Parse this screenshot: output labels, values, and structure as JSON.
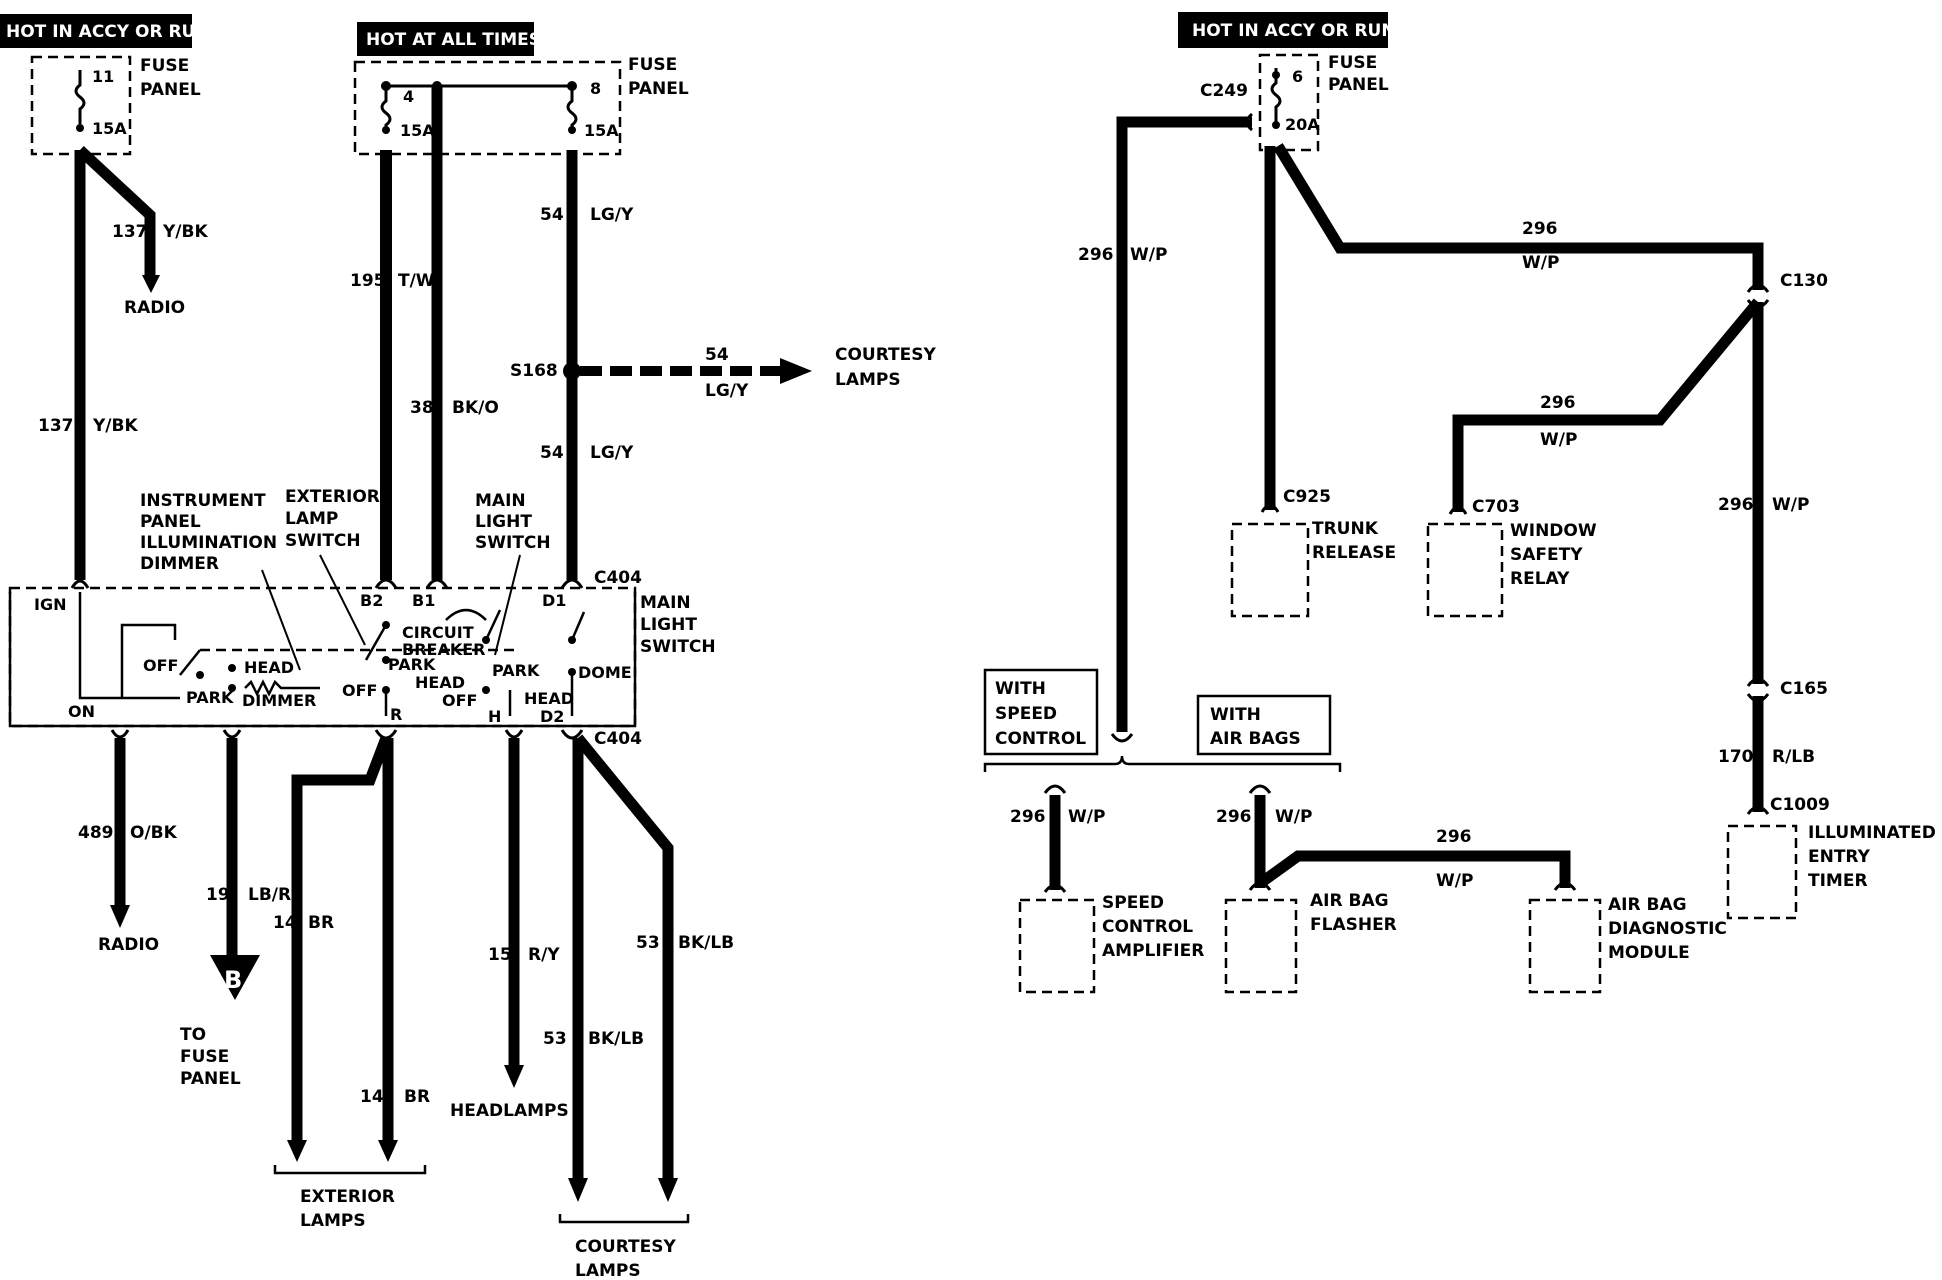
{
  "left": {
    "banner_accy": "HOT IN ACCY OR RUN",
    "banner_hot": "HOT AT ALL TIMES",
    "fuse_panel_1a": "FUSE",
    "fuse_panel_1b": "PANEL",
    "fuse_panel_2a": "FUSE",
    "fuse_panel_2b": "PANEL",
    "fuse11": "11",
    "fuse11_amp": "15A",
    "fuse4": "4",
    "fuse4_amp": "15A",
    "fuse8": "8",
    "fuse8_amp": "15A",
    "w137a_num": "137",
    "w137a_col": "Y/BK",
    "radio1": "RADIO",
    "w137b_num": "137",
    "w137b_col": "Y/BK",
    "w195_num": "195",
    "w195_col": "T/W",
    "w38_num": "38",
    "w38_col": "BK/O",
    "w54a_num": "54",
    "w54a_col": "LG/Y",
    "s168": "S168",
    "w54b_num": "54",
    "w54b_col": "LG/Y",
    "courtesy_a": "COURTESY",
    "courtesy_b": "LAMPS",
    "w54c_num": "54",
    "w54c_col": "LG/Y",
    "ipid_1": "INSTRUMENT",
    "ipid_2": "PANEL",
    "ipid_3": "ILLUMINATION",
    "ipid_4": "DIMMER",
    "els_1": "EXTERIOR",
    "els_2": "LAMP",
    "els_3": "SWITCH",
    "mls_1": "MAIN",
    "mls_2": "LIGHT",
    "mls_3": "SWITCH",
    "c404_top": "C404",
    "c404_bot": "C404",
    "main_light_1": "MAIN",
    "main_light_2": "LIGHT",
    "main_light_3": "SWITCH",
    "ign": "IGN",
    "on": "ON",
    "off1": "OFF",
    "head1": "HEAD",
    "park1": "PARK",
    "dimmer": "DIMMER",
    "b2": "B2",
    "b1": "B1",
    "d1": "D1",
    "d2": "D2",
    "cb_1": "CIRCUIT",
    "cb_2": "BREAKER",
    "park2": "PARK",
    "head2": "HEAD",
    "off2": "OFF",
    "r": "R",
    "off3": "OFF",
    "h": "H",
    "park3": "PARK",
    "head3": "HEAD",
    "dome": "DOME",
    "w489_num": "489",
    "w489_col": "O/BK",
    "radio2": "RADIO",
    "w19_num": "19",
    "w19_col": "LB/R",
    "b_conn": "B",
    "to_fuse_1": "TO",
    "to_fuse_2": "FUSE",
    "to_fuse_3": "PANEL",
    "w14a_num": "14",
    "w14a_col": "BR",
    "w14b_num": "14",
    "w14b_col": "BR",
    "ext_lamps_1": "EXTERIOR",
    "ext_lamps_2": "LAMPS",
    "w15_num": "15",
    "w15_col": "R/Y",
    "headlamps": "HEADLAMPS",
    "w53a_num": "53",
    "w53a_col": "BK/LB",
    "w53b_num": "53",
    "w53b_col": "BK/LB",
    "courtesy2_a": "COURTESY",
    "courtesy2_b": "LAMPS"
  },
  "right": {
    "banner_accy": "HOT IN ACCY OR RUN",
    "fuse_a": "FUSE",
    "fuse_b": "PANEL",
    "fuse6": "6",
    "fuse6_amp": "20A",
    "c249": "C249",
    "w296_a_num": "296",
    "w296_a_col": "W/P",
    "w296_b_num": "296",
    "w296_b_col": "W/P",
    "c130": "C130",
    "w296_c_num": "296",
    "w296_c_col": "W/P",
    "c925": "C925",
    "trunk_1": "TRUNK",
    "trunk_2": "RELEASE",
    "c703": "C703",
    "wsr_1": "WINDOW",
    "wsr_2": "SAFETY",
    "wsr_3": "RELAY",
    "w296_d_num": "296",
    "w296_d_col": "W/P",
    "c165": "C165",
    "w170_num": "170",
    "w170_col": "R/LB",
    "c1009": "C1009",
    "iet_1": "ILLUMINATED",
    "iet_2": "ENTRY",
    "iet_3": "TIMER",
    "with_speed_1": "WITH",
    "with_speed_2": "SPEED",
    "with_speed_3": "CONTROL",
    "with_air_1": "WITH",
    "with_air_2": "AIR BAGS",
    "w296_e_num": "296",
    "w296_e_col": "W/P",
    "w296_f_num": "296",
    "w296_f_col": "W/P",
    "w296_g_num": "296",
    "w296_g_col": "W/P",
    "sca_1": "SPEED",
    "sca_2": "CONTROL",
    "sca_3": "AMPLIFIER",
    "abf_1": "AIR BAG",
    "abf_2": "FLASHER",
    "abd_1": "AIR  BAG",
    "abd_2": "DIAGNOSTIC",
    "abd_3": "MODULE"
  }
}
